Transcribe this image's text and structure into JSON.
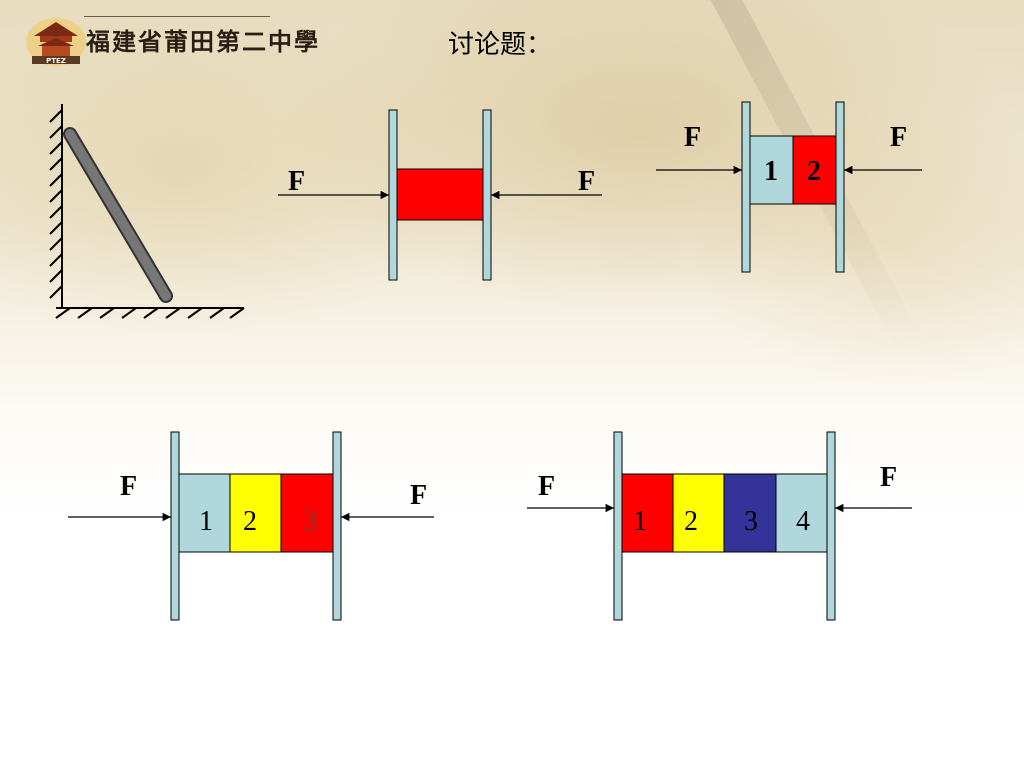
{
  "header": {
    "school_name": "福建省莆田第二中學",
    "logo_abbrev": "PTEZ"
  },
  "title": "讨论题：",
  "figures": {
    "fig2": {
      "force_left": "F",
      "force_right": "F"
    },
    "fig3": {
      "force_left": "F",
      "force_right": "F",
      "blocks": [
        "1",
        "2"
      ]
    },
    "fig4": {
      "force_left": "F",
      "force_right": "F",
      "blocks": [
        "1",
        "2",
        "3"
      ]
    },
    "fig5": {
      "force_left": "F",
      "force_right": "F",
      "blocks": [
        "1",
        "2",
        "3",
        "4"
      ]
    }
  },
  "colors": {
    "light_blue": "#b0d8dc",
    "red": "#ff0000",
    "yellow": "#ffff00",
    "navy": "#333399",
    "rod_gray": "#777777"
  }
}
